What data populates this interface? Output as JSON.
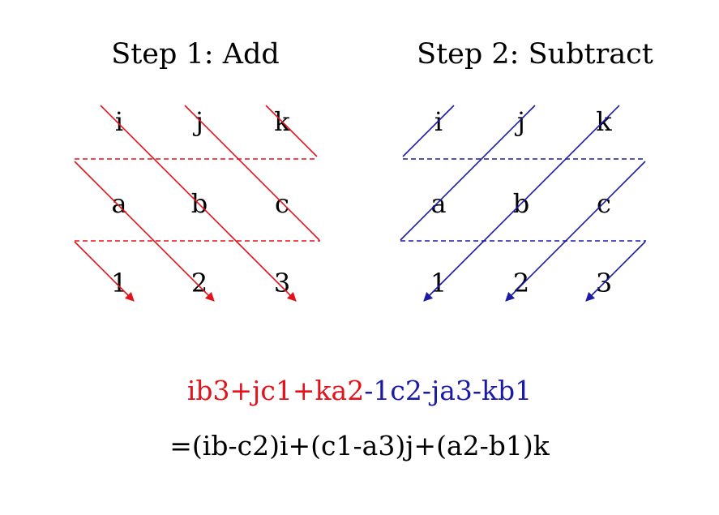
{
  "colors": {
    "add": "#e3121b",
    "subtract": "#1b1ba8",
    "text": "#000000"
  },
  "step1": {
    "title": "Step 1: Add"
  },
  "step2": {
    "title": "Step 2: Subtract"
  },
  "grid": {
    "rows": [
      [
        "i",
        "j",
        "k"
      ],
      [
        "a",
        "b",
        "c"
      ],
      [
        "1",
        "2",
        "3"
      ]
    ]
  },
  "formula": {
    "line1_add": "ib3+jc1+ka2",
    "line1_sub": "-1c2-ja3-kb1",
    "line2": "=(ib-c2)i+(c1-a3)j+(a2-b1)k"
  }
}
